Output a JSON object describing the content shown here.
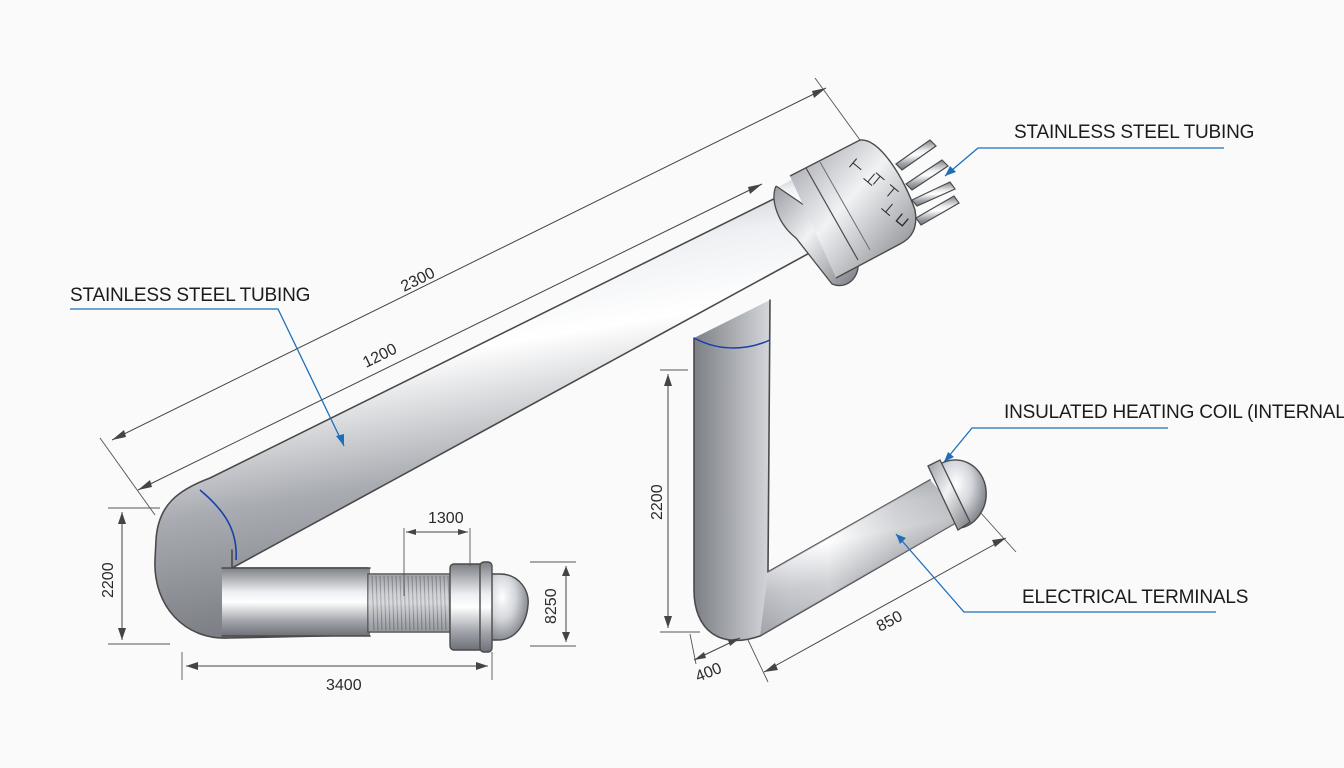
{
  "callouts": {
    "tubing_left": "STAINLESS STEEL TUBING",
    "tubing_top": "STAINLESS STEEL TUBING",
    "heating_coil": "INSULATED HEATING COIL (INTERNAL)",
    "terminals": "ELECTRICAL TERMINALS"
  },
  "dimensions": {
    "overall_length": "2300",
    "main_tube": "1200",
    "left_height": "2200",
    "bottom_length": "3400",
    "coil_length": "1300",
    "cap_height": "8250",
    "drop_height": "2200",
    "lower_arm": "850",
    "bend": "400"
  },
  "colors": {
    "leader": "#1f6fb8",
    "tube_light": "#f4f5f7",
    "tube_dark": "#7d8086"
  }
}
